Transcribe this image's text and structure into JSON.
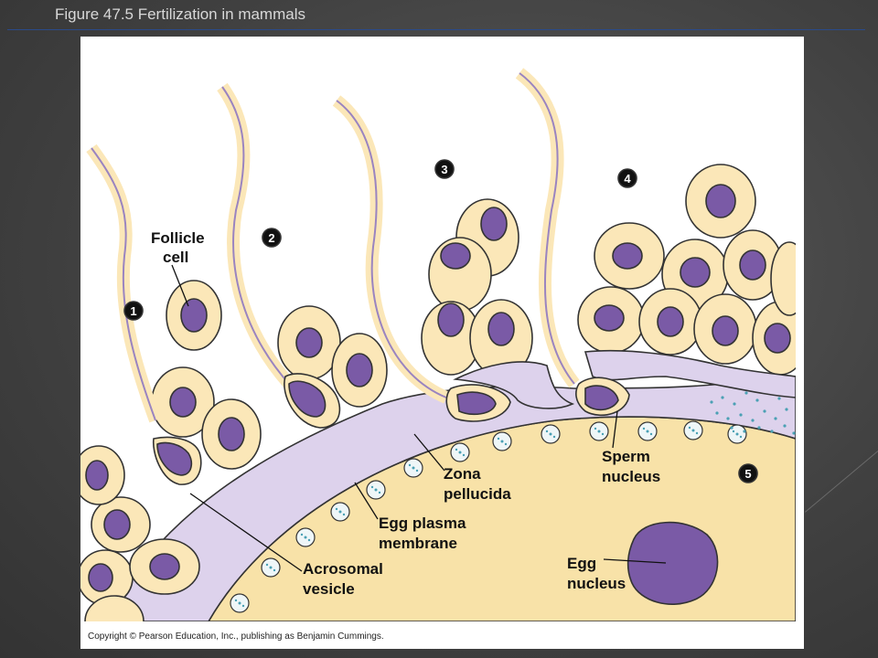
{
  "slide": {
    "title": "Figure 47.5  Fertilization in mammals"
  },
  "figure": {
    "step_markers": [
      "1",
      "2",
      "3",
      "4",
      "5"
    ],
    "labels": {
      "follicle_cell": [
        "Follicle",
        "cell"
      ],
      "zona_pellucida": [
        "Zona",
        "pellucida"
      ],
      "egg_plasma_membrane": [
        "Egg plasma",
        "membrane"
      ],
      "acrosomal_vesicle": [
        "Acrosomal",
        "vesicle"
      ],
      "sperm_nucleus": [
        "Sperm",
        "nucleus"
      ],
      "egg_nucleus": [
        "Egg",
        "nucleus"
      ]
    },
    "copyright": "Copyright © Pearson Education, Inc., publishing as Benjamin Cummings."
  },
  "colors": {
    "egg_cytoplasm": "#f8e2a8",
    "follicle_cell": "#fbe7b8",
    "cell_outline": "#333333",
    "nucleus": "#7a5aa6",
    "zona_pellucida": "#ddd2ec",
    "vesicle_dots": "#4aa0b4",
    "tail_stripe": "#9a84c0"
  }
}
